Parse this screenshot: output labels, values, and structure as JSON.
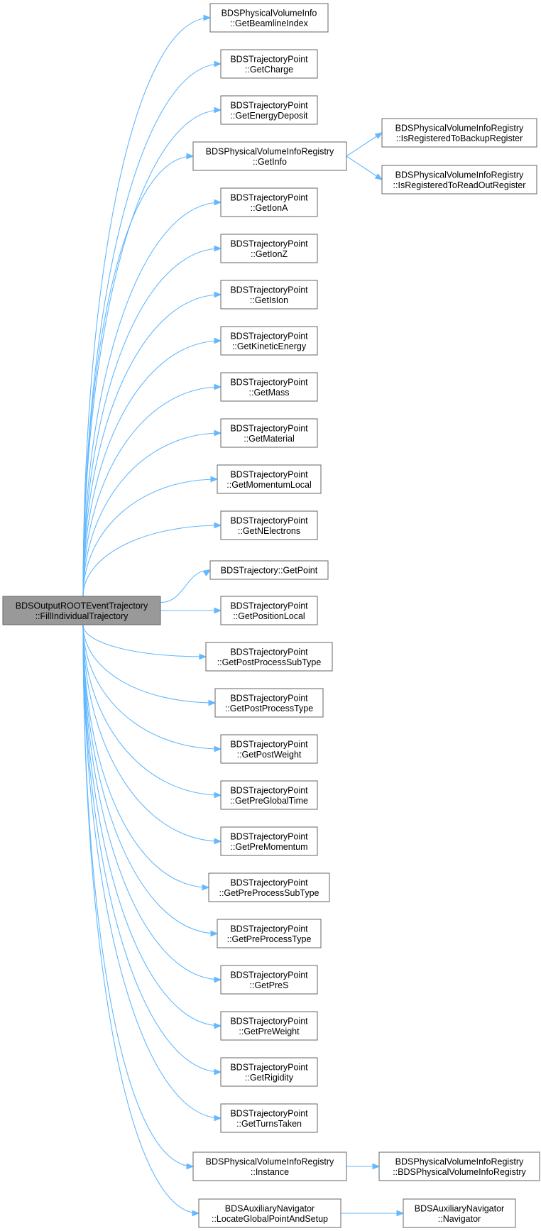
{
  "colors": {
    "edge": "#63b8ff",
    "root_fill": "#999999",
    "node_fill": "#ffffff",
    "border": "#666666"
  },
  "nodes": [
    {
      "id": "root",
      "lines": [
        "BDSOutputROOTEventTrajectory",
        "::FillIndividualTrajectory"
      ],
      "root": true
    },
    {
      "id": "n1",
      "lines": [
        "BDSPhysicalVolumeInfo",
        "::GetBeamlineIndex"
      ]
    },
    {
      "id": "n2",
      "lines": [
        "BDSTrajectoryPoint",
        "::GetCharge"
      ]
    },
    {
      "id": "n3",
      "lines": [
        "BDSTrajectoryPoint",
        "::GetEnergyDeposit"
      ]
    },
    {
      "id": "n4",
      "lines": [
        "BDSPhysicalVolumeInfoRegistry",
        "::GetInfo"
      ]
    },
    {
      "id": "n4a",
      "lines": [
        "BDSPhysicalVolumeInfoRegistry",
        "::IsRegisteredToBackupRegister"
      ]
    },
    {
      "id": "n4b",
      "lines": [
        "BDSPhysicalVolumeInfoRegistry",
        "::IsRegisteredToReadOutRegister"
      ]
    },
    {
      "id": "n5",
      "lines": [
        "BDSTrajectoryPoint",
        "::GetIonA"
      ]
    },
    {
      "id": "n6",
      "lines": [
        "BDSTrajectoryPoint",
        "::GetIonZ"
      ]
    },
    {
      "id": "n7",
      "lines": [
        "BDSTrajectoryPoint",
        "::GetIsIon"
      ]
    },
    {
      "id": "n8",
      "lines": [
        "BDSTrajectoryPoint",
        "::GetKineticEnergy"
      ]
    },
    {
      "id": "n9",
      "lines": [
        "BDSTrajectoryPoint",
        "::GetMass"
      ]
    },
    {
      "id": "n10",
      "lines": [
        "BDSTrajectoryPoint",
        "::GetMaterial"
      ]
    },
    {
      "id": "n11",
      "lines": [
        "BDSTrajectoryPoint",
        "::GetMomentumLocal"
      ]
    },
    {
      "id": "n12",
      "lines": [
        "BDSTrajectoryPoint",
        "::GetNElectrons"
      ]
    },
    {
      "id": "n13",
      "lines": [
        "BDSTrajectory::GetPoint"
      ]
    },
    {
      "id": "n14",
      "lines": [
        "BDSTrajectoryPoint",
        "::GetPositionLocal"
      ]
    },
    {
      "id": "n15",
      "lines": [
        "BDSTrajectoryPoint",
        "::GetPostProcessSubType"
      ]
    },
    {
      "id": "n16",
      "lines": [
        "BDSTrajectoryPoint",
        "::GetPostProcessType"
      ]
    },
    {
      "id": "n17",
      "lines": [
        "BDSTrajectoryPoint",
        "::GetPostWeight"
      ]
    },
    {
      "id": "n18",
      "lines": [
        "BDSTrajectoryPoint",
        "::GetPreGlobalTime"
      ]
    },
    {
      "id": "n19",
      "lines": [
        "BDSTrajectoryPoint",
        "::GetPreMomentum"
      ]
    },
    {
      "id": "n20",
      "lines": [
        "BDSTrajectoryPoint",
        "::GetPreProcessSubType"
      ]
    },
    {
      "id": "n21",
      "lines": [
        "BDSTrajectoryPoint",
        "::GetPreProcessType"
      ]
    },
    {
      "id": "n22",
      "lines": [
        "BDSTrajectoryPoint",
        "::GetPreS"
      ]
    },
    {
      "id": "n23",
      "lines": [
        "BDSTrajectoryPoint",
        "::GetPreWeight"
      ]
    },
    {
      "id": "n24",
      "lines": [
        "BDSTrajectoryPoint",
        "::GetRigidity"
      ]
    },
    {
      "id": "n25",
      "lines": [
        "BDSTrajectoryPoint",
        "::GetTurnsTaken"
      ]
    },
    {
      "id": "n26",
      "lines": [
        "BDSPhysicalVolumeInfoRegistry",
        "::Instance"
      ]
    },
    {
      "id": "n26a",
      "lines": [
        "BDSPhysicalVolumeInfoRegistry",
        "::BDSPhysicalVolumeInfoRegistry"
      ]
    },
    {
      "id": "n27",
      "lines": [
        "BDSAuxiliaryNavigator",
        "::LocateGlobalPointAndSetup"
      ]
    },
    {
      "id": "n27a",
      "lines": [
        "BDSAuxiliaryNavigator",
        "::Navigator"
      ]
    }
  ],
  "edges": [
    [
      "root",
      "n1"
    ],
    [
      "root",
      "n2"
    ],
    [
      "root",
      "n3"
    ],
    [
      "root",
      "n4"
    ],
    [
      "root",
      "n5"
    ],
    [
      "root",
      "n6"
    ],
    [
      "root",
      "n7"
    ],
    [
      "root",
      "n8"
    ],
    [
      "root",
      "n9"
    ],
    [
      "root",
      "n10"
    ],
    [
      "root",
      "n11"
    ],
    [
      "root",
      "n12"
    ],
    [
      "root",
      "n13"
    ],
    [
      "root",
      "n14"
    ],
    [
      "root",
      "n15"
    ],
    [
      "root",
      "n16"
    ],
    [
      "root",
      "n17"
    ],
    [
      "root",
      "n18"
    ],
    [
      "root",
      "n19"
    ],
    [
      "root",
      "n20"
    ],
    [
      "root",
      "n21"
    ],
    [
      "root",
      "n22"
    ],
    [
      "root",
      "n23"
    ],
    [
      "root",
      "n24"
    ],
    [
      "root",
      "n25"
    ],
    [
      "root",
      "n26"
    ],
    [
      "root",
      "n27"
    ],
    [
      "n4",
      "n4a"
    ],
    [
      "n4",
      "n4b"
    ],
    [
      "n26",
      "n26a"
    ],
    [
      "n27",
      "n27a"
    ]
  ]
}
